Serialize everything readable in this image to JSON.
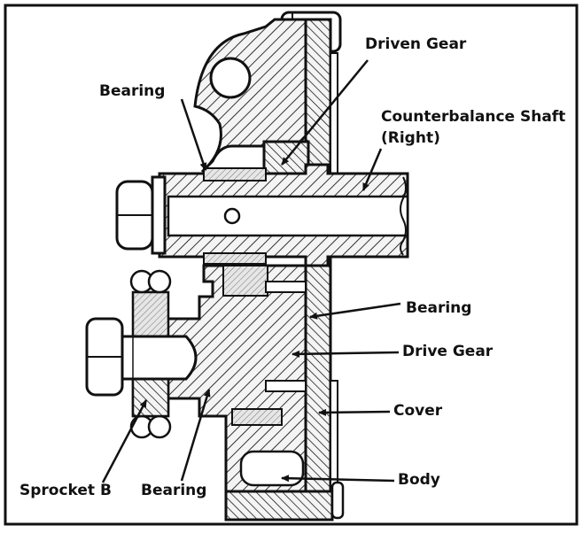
{
  "labels": {
    "driven_gear": "Driven Gear",
    "bearing_top": "Bearing",
    "counterbalance_shaft_line1": "Counterbalance Shaft",
    "counterbalance_shaft_line2": "(Right)",
    "bearing_right": "Bearing",
    "drive_gear": "Drive Gear",
    "cover": "Cover",
    "body": "Body",
    "sprocket_b": "Sprocket B",
    "bearing_bottom": "Bearing"
  },
  "colors": {
    "ink": "#111111",
    "paper": "#ffffff",
    "fill": "#f2f2f2"
  }
}
